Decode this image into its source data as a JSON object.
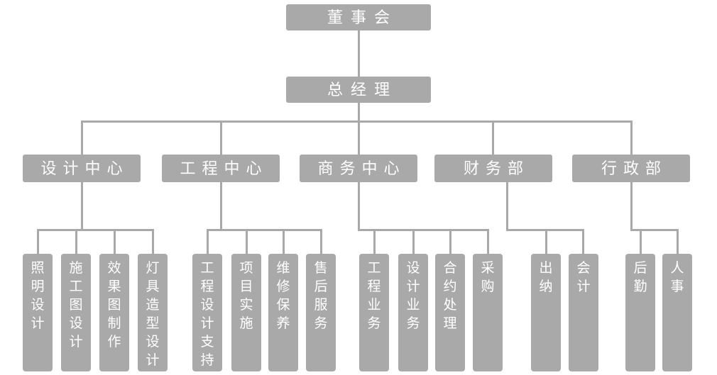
{
  "org": {
    "root": {
      "label": "董事会"
    },
    "gm": {
      "label": "总经理"
    },
    "departments": [
      {
        "label": "设计中心",
        "children": [
          "照明设计",
          "施工图设计",
          "效果图制作",
          "灯具造型设计"
        ]
      },
      {
        "label": "工程中心",
        "children": [
          "工程设计支持",
          "项目实施",
          "维修保养",
          "售后服务"
        ]
      },
      {
        "label": "商务中心",
        "children": [
          "工程业务",
          "设计业务",
          "合约处理",
          "采购"
        ]
      },
      {
        "label": "财务部",
        "children": [
          "出纳",
          "会计"
        ]
      },
      {
        "label": "行政部",
        "children": [
          "后勤",
          "人事"
        ]
      }
    ],
    "colors": {
      "box": "#a9a9a9",
      "line": "#a9a9a9",
      "text": "#ffffff",
      "background": "#ffffff"
    }
  }
}
